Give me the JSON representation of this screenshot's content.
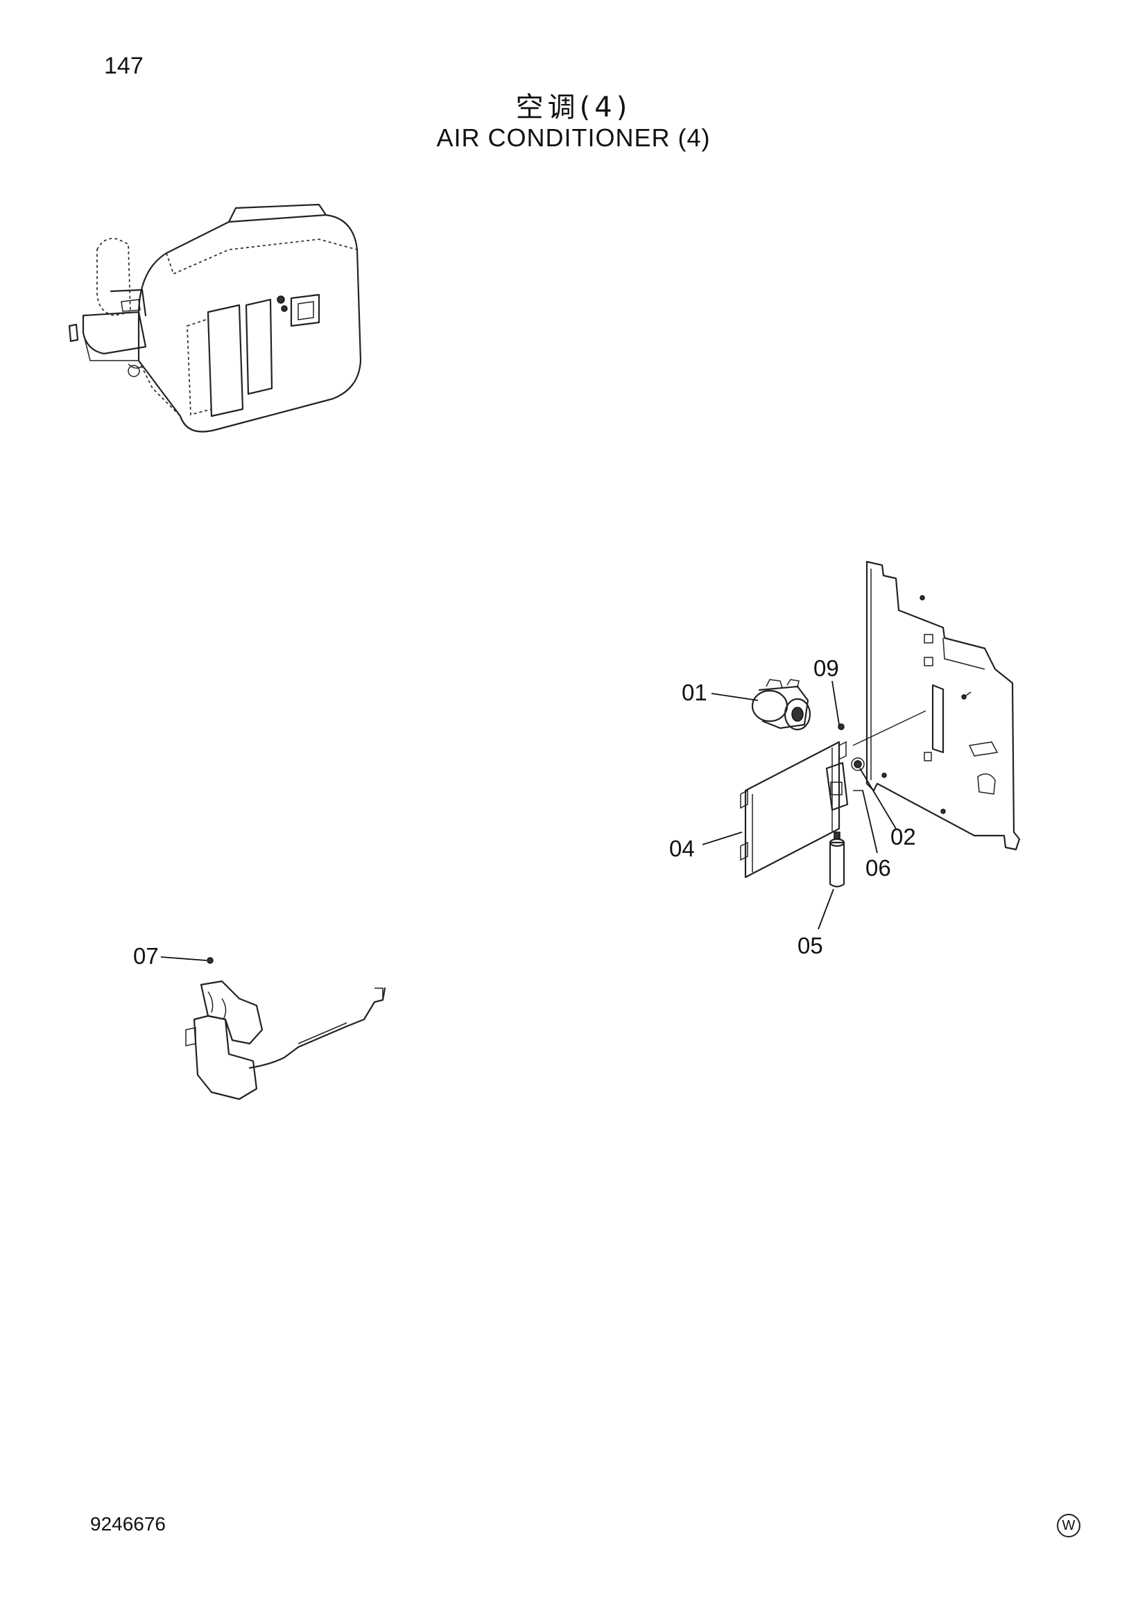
{
  "page_number": "147",
  "title_cn": "空调(4)",
  "title_en": "AIR CONDITIONER (4)",
  "callouts": {
    "p01": "01",
    "p02": "02",
    "p04": "04",
    "p05": "05",
    "p06": "06",
    "p07": "07",
    "p09": "09"
  },
  "doc_number": "9246676",
  "mark": "W"
}
